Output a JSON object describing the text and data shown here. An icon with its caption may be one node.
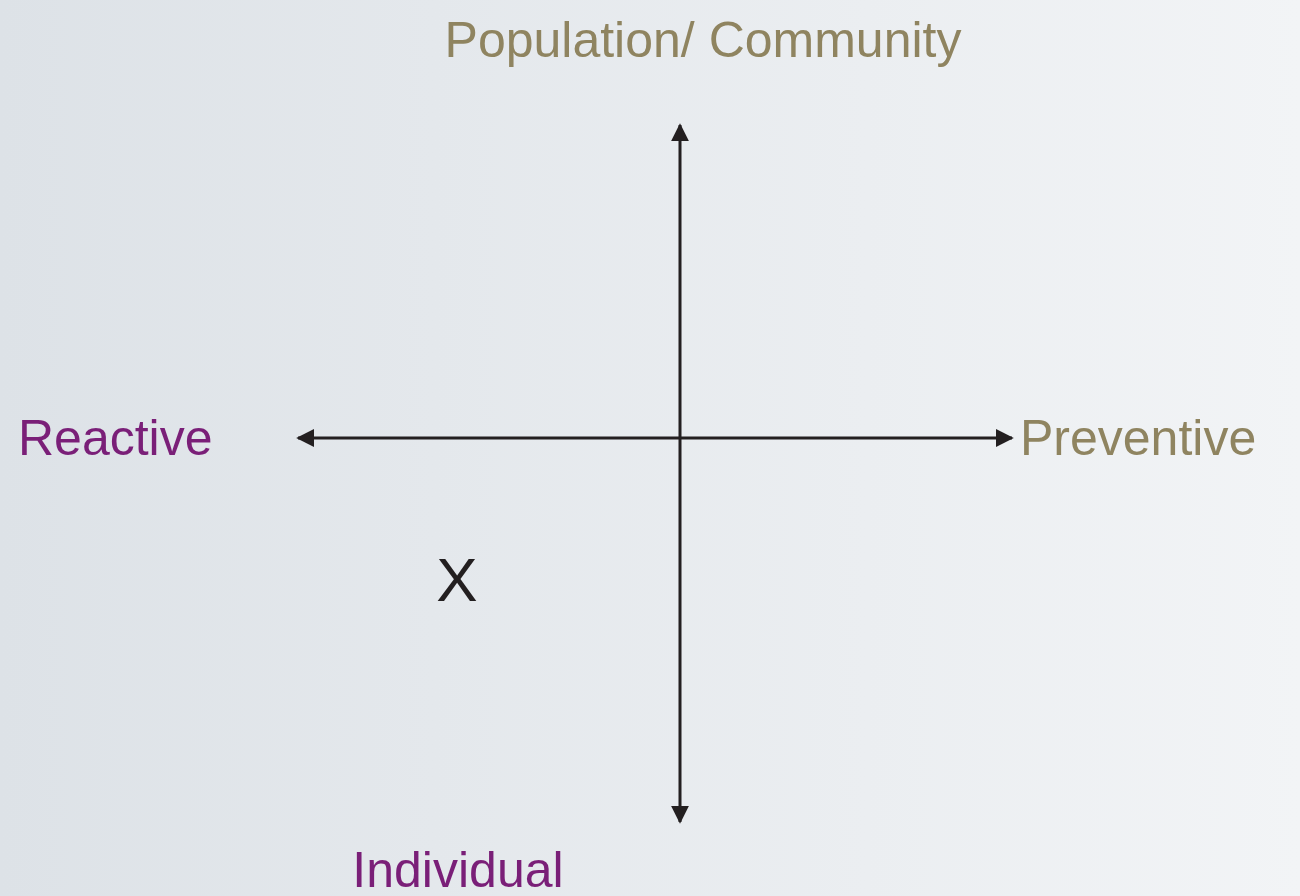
{
  "diagram": {
    "labels": [
      "Population/ Community",
      "Reactive",
      "Preventive",
      "X",
      "Individual"
    ]
  }
}
